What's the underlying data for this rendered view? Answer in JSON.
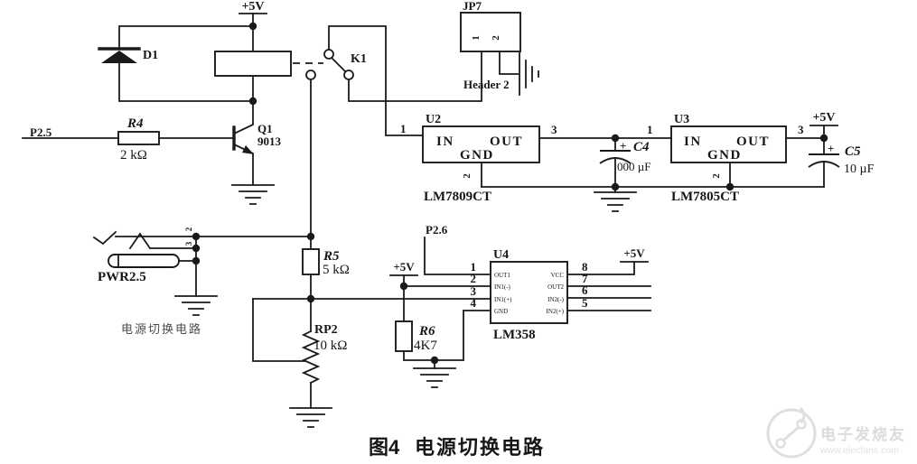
{
  "nets": {
    "vcc": "+5V",
    "p2_5": "P2.5",
    "p2_6": "P2.6"
  },
  "pins": {
    "n1": "1",
    "n2": "2",
    "n3": "3",
    "n4": "4",
    "n5": "5",
    "n6": "6",
    "n7": "7",
    "n8": "8"
  },
  "d1": {
    "ref": "D1"
  },
  "k1": {
    "ref": "K1"
  },
  "q1": {
    "ref": "Q1",
    "part": "9013"
  },
  "r4": {
    "ref": "R4",
    "value": "2 kΩ"
  },
  "jp7": {
    "ref": "JP7",
    "type": "Header 2"
  },
  "u2": {
    "ref": "U2",
    "part": "LM7809CT",
    "pin_in": "IN",
    "pin_out": "OUT",
    "pin_gnd": "GND"
  },
  "u3": {
    "ref": "U3",
    "part": "LM7805CT",
    "pin_in": "IN",
    "pin_out": "OUT",
    "pin_gnd": "GND"
  },
  "c4": {
    "ref": "C4",
    "value": "000 µF",
    "polarity": "+"
  },
  "c5": {
    "ref": "C5",
    "value": "10 µF",
    "polarity": "+"
  },
  "jack": {
    "ref": "PWR2.5",
    "pin_tip": "2",
    "pin_mid": "3"
  },
  "note": {
    "text": "电源切换电路"
  },
  "r5": {
    "ref": "R5",
    "value": "5 kΩ"
  },
  "rp2": {
    "ref": "RP2",
    "value": "10 kΩ"
  },
  "r6": {
    "ref": "R6",
    "value": "4K7"
  },
  "u4": {
    "ref": "U4",
    "part": "LM358",
    "left_pins": [
      "OUT1",
      "IN1(-)",
      "IN1(+)",
      "GND"
    ],
    "right_pins": [
      "VCC",
      "OUT2",
      "IN2(-)",
      "IN2(+)"
    ]
  },
  "caption": {
    "figure": "图4",
    "title": "电源切换电路"
  },
  "watermark": {
    "brand": "电子发烧友",
    "site": "www.elecfans.com"
  }
}
